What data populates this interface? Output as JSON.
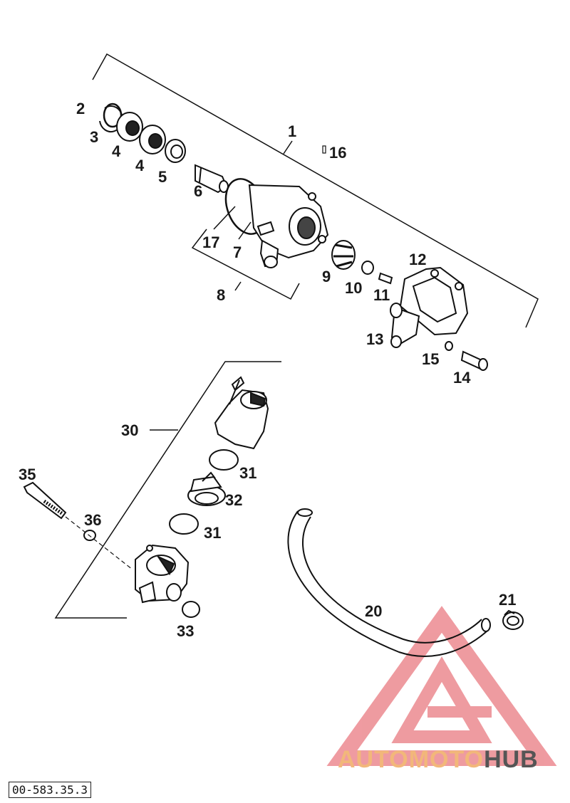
{
  "diagram": {
    "reference_code": "00-583.35.3",
    "callouts": {
      "c1": "1",
      "c2": "2",
      "c3": "3",
      "c4a": "4",
      "c4b": "4",
      "c5": "5",
      "c6": "6",
      "c7": "7",
      "c8": "8",
      "c9": "9",
      "c10": "10",
      "c11": "11",
      "c12": "12",
      "c13": "13",
      "c14": "14",
      "c15": "15",
      "c16": "16",
      "c17": "17",
      "c20": "20",
      "c21": "21",
      "c30": "30",
      "c31a": "31",
      "c31b": "31",
      "c32": "32",
      "c33": "33",
      "c35": "35",
      "c36": "36"
    }
  },
  "watermark": {
    "part1": "AUTOMOTO",
    "part2": "HUB",
    "color_primary": "#e8808a",
    "color_accent": "#f2c07a",
    "color_dark": "#555555"
  }
}
